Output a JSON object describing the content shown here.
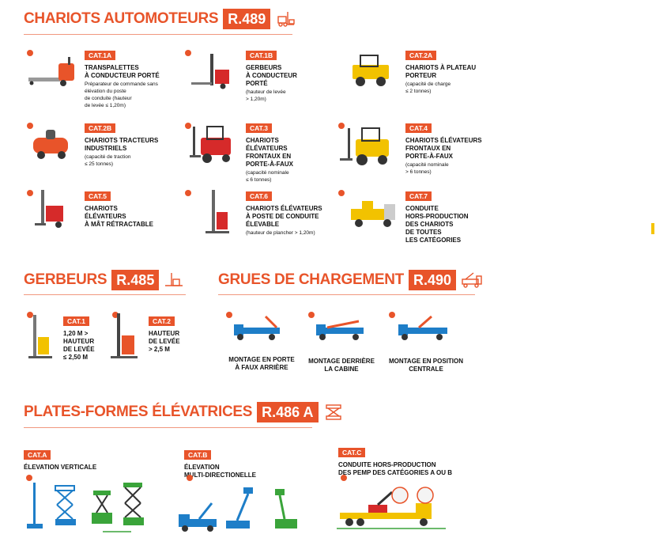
{
  "r489": {
    "title": "CHARIOTS AUTOMOTEURS",
    "code": "R.489",
    "items": [
      {
        "cat": "CAT.1A",
        "title": "TRANSPALETTES\nÀ CONDUCTEUR PORTÉ",
        "desc": "Préparateur de commande sans\nélévation du poste\nde conduite (hauteur\nde levée ≤ 1,20m)"
      },
      {
        "cat": "CAT.1B",
        "title": "GERBEURS\nÀ CONDUCTEUR\nPORTÉ",
        "desc": "(hauteur de levée\n> 1,20m)"
      },
      {
        "cat": "CAT.2A",
        "title": "CHARIOTS À PLATEAU\nPORTEUR",
        "desc": "(capacité de charge\n≤ 2 tonnes)"
      },
      {
        "cat": "CAT.2B",
        "title": "CHARIOTS TRACTEURS\nINDUSTRIELS",
        "desc": "(capacité de traction\n≤ 25 tonnes)"
      },
      {
        "cat": "CAT.3",
        "title": "CHARIOTS\nÉLÉVATEURS\nFRONTAUX EN\nPORTE-À-FAUX",
        "desc": "(capacité nominale\n≤ 6 tonnes)"
      },
      {
        "cat": "CAT.4",
        "title": "CHARIOTS ÉLÉVATEURS\nFRONTAUX EN\nPORTE-À-FAUX",
        "desc": "(capacité nominale\n> 6 tonnes)"
      },
      {
        "cat": "CAT.5",
        "title": "CHARIOTS\nÉLÉVATEURS\nÀ MÂT RÉTRACTABLE",
        "desc": ""
      },
      {
        "cat": "CAT.6",
        "title": "CHARIOTS ÉLÉVATEURS\nÀ POSTE DE CONDUITE\nÉLEVABLE",
        "desc": "(hauteur de plancher > 1,20m)"
      },
      {
        "cat": "CAT.7",
        "title": "CONDUITE\nHORS-PRODUCTION\nDES CHARIOTS\nDE TOUTES\nLES CATÉGORIES",
        "desc": ""
      }
    ]
  },
  "r485": {
    "title": "GERBEURS",
    "code": "R.485",
    "items": [
      {
        "cat": "CAT.1",
        "title": "1,20 M >\nHAUTEUR\nDE LEVÉE\n≤ 2,50 M"
      },
      {
        "cat": "CAT.2",
        "title": "HAUTEUR\nDE LEVÉE\n> 2,5 M"
      }
    ]
  },
  "r490": {
    "title": "GRUES DE CHARGEMENT",
    "code": "R.490",
    "items": [
      {
        "caption": "MONTAGE EN PORTE\nÀ FAUX ARRIÈRE"
      },
      {
        "caption": "MONTAGE DERRIÈRE\nLA CABINE"
      },
      {
        "caption": "MONTAGE EN POSITION\nCENTRALE"
      }
    ]
  },
  "r486": {
    "title": "PLATES-FORMES ÉLÉVATRICES",
    "code": "R.486 A",
    "items": [
      {
        "cat": "CAT.A",
        "title": "ÉLEVATION VERTICALE"
      },
      {
        "cat": "CAT.B",
        "title": "ÉLEVATION\nMULTI-DIRECTIONELLE"
      },
      {
        "cat": "CAT.C",
        "title": "CONDUITE HORS-PRODUCTION\nDES PEMP DES CATÉGORIES A OU B"
      }
    ]
  },
  "colors": {
    "accent": "#e8542a",
    "machine_orange": "#e8542a",
    "machine_yellow": "#f2c200",
    "machine_blue": "#1e7ec8",
    "machine_green": "#3aa43a"
  }
}
